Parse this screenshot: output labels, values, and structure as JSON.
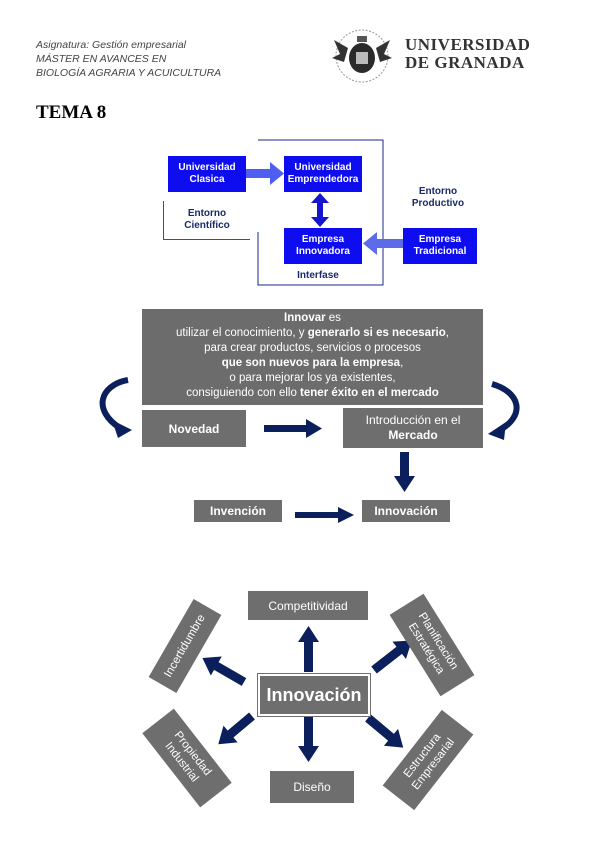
{
  "header": {
    "subject": "Asignatura: Gestión empresarial",
    "master_line1": "MÁSTER EN AVANCES EN",
    "master_line2": "BIOLOGÍA AGRARIA Y ACUICULTURA",
    "university_line1": "UNIVERSIDAD",
    "university_line2": "DE GRANADA"
  },
  "title": "TEMA 8",
  "diagram1": {
    "universidad_clasica": [
      "Universidad",
      "Clasica"
    ],
    "universidad_emprendedora": [
      "Universidad",
      "Emprendedora"
    ],
    "entorno_cientifico": [
      "Entorno",
      "Científico"
    ],
    "entorno_productivo": [
      "Entorno",
      "Productivo"
    ],
    "empresa_innovadora": [
      "Empresa",
      "Innovadora"
    ],
    "empresa_tradicional": [
      "Empresa",
      "Tradicional"
    ],
    "interfase": "Interfase"
  },
  "diagram2": {
    "innovar_l1": "Innovar",
    "innovar_l1b": " es",
    "innovar_l2a": "utilizar el conocimiento, y ",
    "innovar_l2b": "generarlo si es necesario",
    "innovar_l2c": ",",
    "innovar_l3": "para crear productos, servicios o procesos",
    "innovar_l4a": "que son nuevos para la empresa",
    "innovar_l4b": ",",
    "innovar_l5": "o para mejorar los ya existentes,",
    "innovar_l6a": "consiguiendo con ello ",
    "innovar_l6b": "tener éxito en el mercado",
    "novedad": "Novedad",
    "introduccion_l1": "Introducción en el",
    "introduccion_l2": "Mercado",
    "invencion": "Invención",
    "innovacion": "Innovación"
  },
  "diagram3": {
    "center": "Innovación",
    "competitividad": "Competitividad",
    "planificacion": [
      "Planificación",
      "Estratégica"
    ],
    "incertidumbre": "Incertidumbre",
    "propiedad": [
      "Propiedad",
      "Industrial"
    ],
    "diseno": "Diseño",
    "estructura": [
      "Estructura",
      "Empresarial"
    ]
  },
  "colors": {
    "blue_box": "#0d0df0",
    "gray_box": "#6e6e6e",
    "navy_arrow": "#0a1f5c"
  }
}
